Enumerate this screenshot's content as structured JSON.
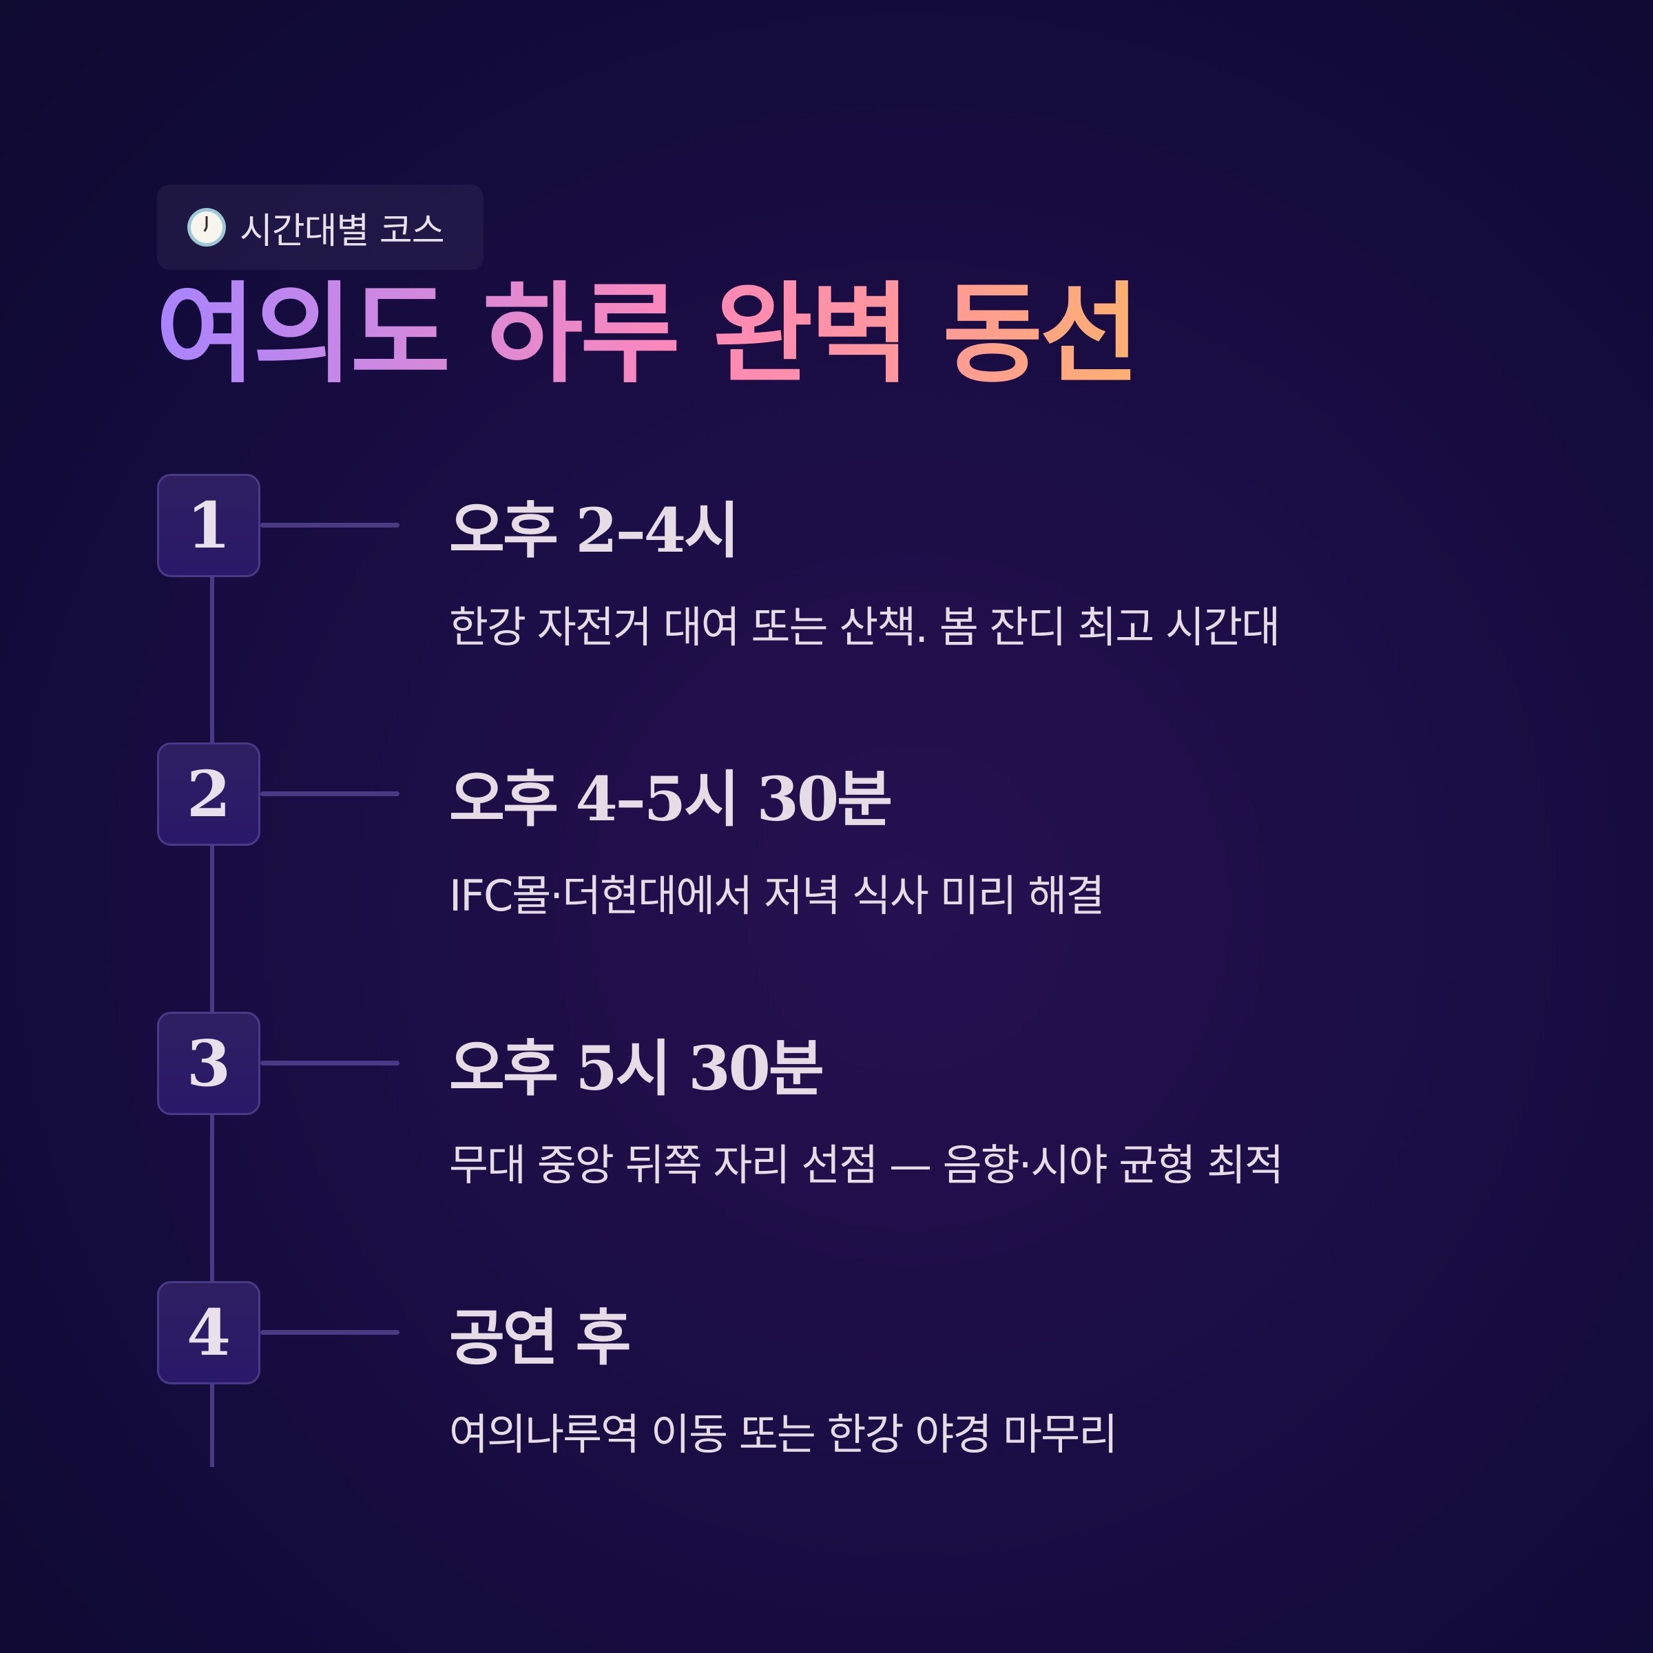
{
  "badge": {
    "icon": "clock-icon",
    "label": "시간대별 코스"
  },
  "title": "여의도 하루 완벽 동선",
  "steps": [
    {
      "number": "1",
      "time": "오후 2–4시",
      "description": "한강 자전거 대여 또는 산책. 봄 잔디 최고 시간대"
    },
    {
      "number": "2",
      "time": "오후 4–5시 30분",
      "description": "IFC몰·더현대에서 저녁 식사 미리 해결"
    },
    {
      "number": "3",
      "time": "오후 5시 30분",
      "description": "무대 중앙 뒤쪽 자리 선점 — 음향·시야 균형 최적"
    },
    {
      "number": "4",
      "time": "공연 후",
      "description": "여의나루역 이동 또는 한강 야경 마무리"
    }
  ],
  "colors": {
    "accent_start": "#a884ff",
    "accent_end": "#ffb070",
    "line": "#4a3a86"
  }
}
